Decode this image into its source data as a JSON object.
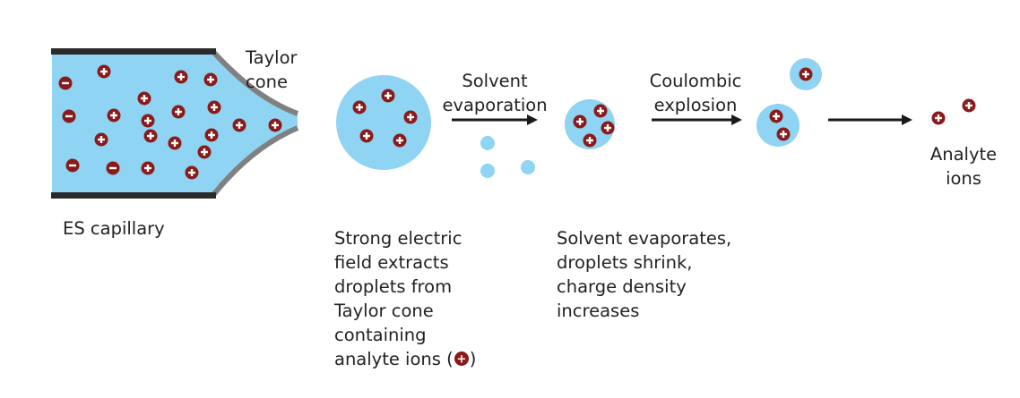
{
  "labels": {
    "taylor_cone": [
      "Taylor",
      "cone"
    ],
    "es_capillary": "ES capillary",
    "solvent_evaporation": [
      "Solvent",
      "evaporation"
    ],
    "coulombic_explosion": [
      "Coulombic",
      "explosion"
    ],
    "analyte_ions": [
      "Analyte",
      "ions"
    ]
  },
  "captions": {
    "extraction": [
      "Strong electric",
      "field extracts",
      "droplets from",
      "Taylor cone",
      "containing",
      "analyte ions ("
    ],
    "extraction_close": ")",
    "evaporation": [
      "Solvent evaporates,",
      "droplets shrink,",
      "charge density",
      "increases"
    ]
  },
  "symbols": {
    "positive_ion": "+",
    "negative_ion": "−"
  },
  "colors": {
    "solvent": "#8fd4f2",
    "capillary_wall": "#2b2b2b",
    "cone_edge": "#808080",
    "ion": "#8b1a1a",
    "arrow": "#1a1a1a",
    "text": "#222222"
  }
}
